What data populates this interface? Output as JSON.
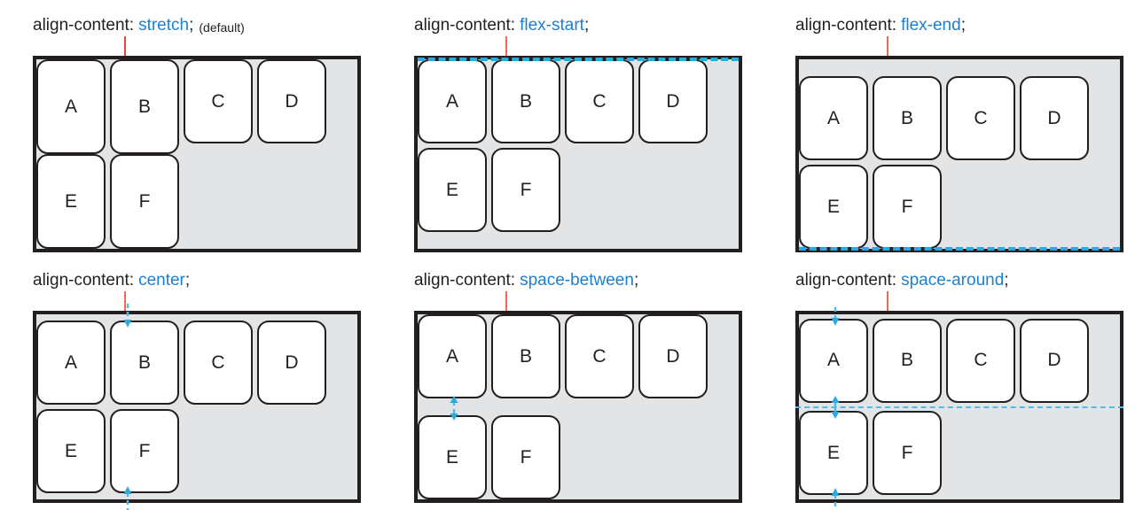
{
  "page": {
    "topic": "align-content",
    "property_label": "align-content:",
    "semicolon": ";",
    "colors": {
      "text": "#231f20",
      "value_blue": "#1b7fd2",
      "guide_cyan": "#29abe2",
      "pointer_orange": "#ef6a53",
      "pointer_red": "#e8453c",
      "container_bg": "#e3e4e5",
      "item_bg": "#ffffff",
      "border": "#231f20"
    },
    "item_labels": [
      "A",
      "B",
      "C",
      "D",
      "E",
      "F"
    ]
  },
  "examples": [
    {
      "id": "stretch",
      "value": "stretch",
      "note": "(default)",
      "line1": [
        "A",
        "B",
        "C",
        "D"
      ],
      "line2": [
        "E",
        "F"
      ],
      "guides": [
        "pointer-top"
      ]
    },
    {
      "id": "flex-start",
      "value": "flex-start",
      "note": "",
      "line1": [
        "A",
        "B",
        "C",
        "D"
      ],
      "line2": [
        "E",
        "F"
      ],
      "guides": [
        "pointer-top",
        "dashed-line-top"
      ]
    },
    {
      "id": "flex-end",
      "value": "flex-end",
      "note": "",
      "line1": [
        "A",
        "B",
        "C",
        "D"
      ],
      "line2": [
        "E",
        "F"
      ],
      "guides": [
        "pointer-top",
        "dashed-line-bottom"
      ]
    },
    {
      "id": "center",
      "value": "center",
      "note": "",
      "line1": [
        "A",
        "B",
        "C",
        "D"
      ],
      "line2": [
        "E",
        "F"
      ],
      "guides": [
        "pointer-top",
        "arrow-down-top",
        "arrow-up-bottom"
      ]
    },
    {
      "id": "space-between",
      "value": "space-between",
      "note": "",
      "line1": [
        "A",
        "B",
        "C",
        "D"
      ],
      "line2": [
        "E",
        "F"
      ],
      "guides": [
        "pointer-top",
        "double-arrow-middle"
      ]
    },
    {
      "id": "space-around",
      "value": "space-around",
      "note": "",
      "line1": [
        "A",
        "B",
        "C",
        "D"
      ],
      "line2": [
        "E",
        "F"
      ],
      "guides": [
        "pointer-top",
        "arrow-down-top",
        "double-arrow-middle",
        "dashed-line-middle",
        "arrow-up-bottom"
      ]
    }
  ]
}
